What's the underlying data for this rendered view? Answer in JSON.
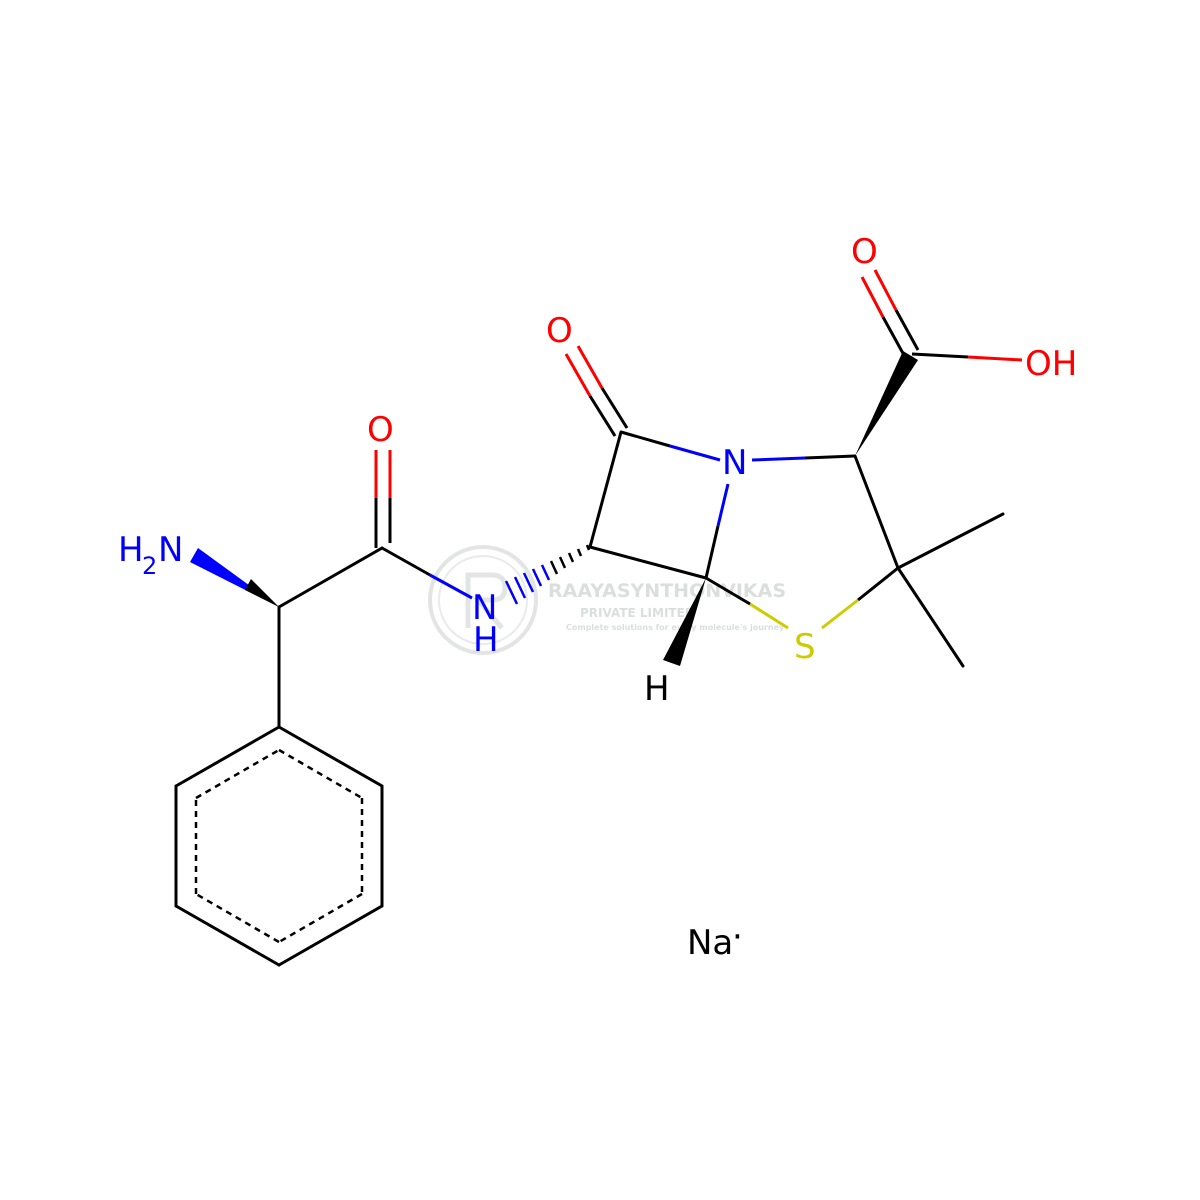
{
  "molecule": {
    "colors": {
      "bond": "#000000",
      "nitrogen": "#0000FF",
      "oxygen": "#FF0000",
      "sulfur": "#CCCC00",
      "hydrogen": "#000000",
      "sodium": "#000000"
    },
    "atom_labels": {
      "amine_h": "H",
      "amine_sub": "2",
      "amine_n": "N",
      "amide_carbonyl_o": "O",
      "amide_n": "N",
      "amide_h": "H",
      "lactam_o": "O",
      "ring_n": "N",
      "acid_carbonyl_o": "O",
      "acid_oh": "OH",
      "ring_s": "S",
      "stereo_h": "H",
      "sodium": "Na",
      "sodium_dot": "·"
    }
  },
  "watermark": {
    "company": "RAAYASYNTHONVIKAS",
    "line2": "PRIVATE LIMITED",
    "tagline": "Complete solutions for every molecule's journey",
    "logo_icon": "leaf-r-logo-icon",
    "color": "#d6dbd9"
  }
}
